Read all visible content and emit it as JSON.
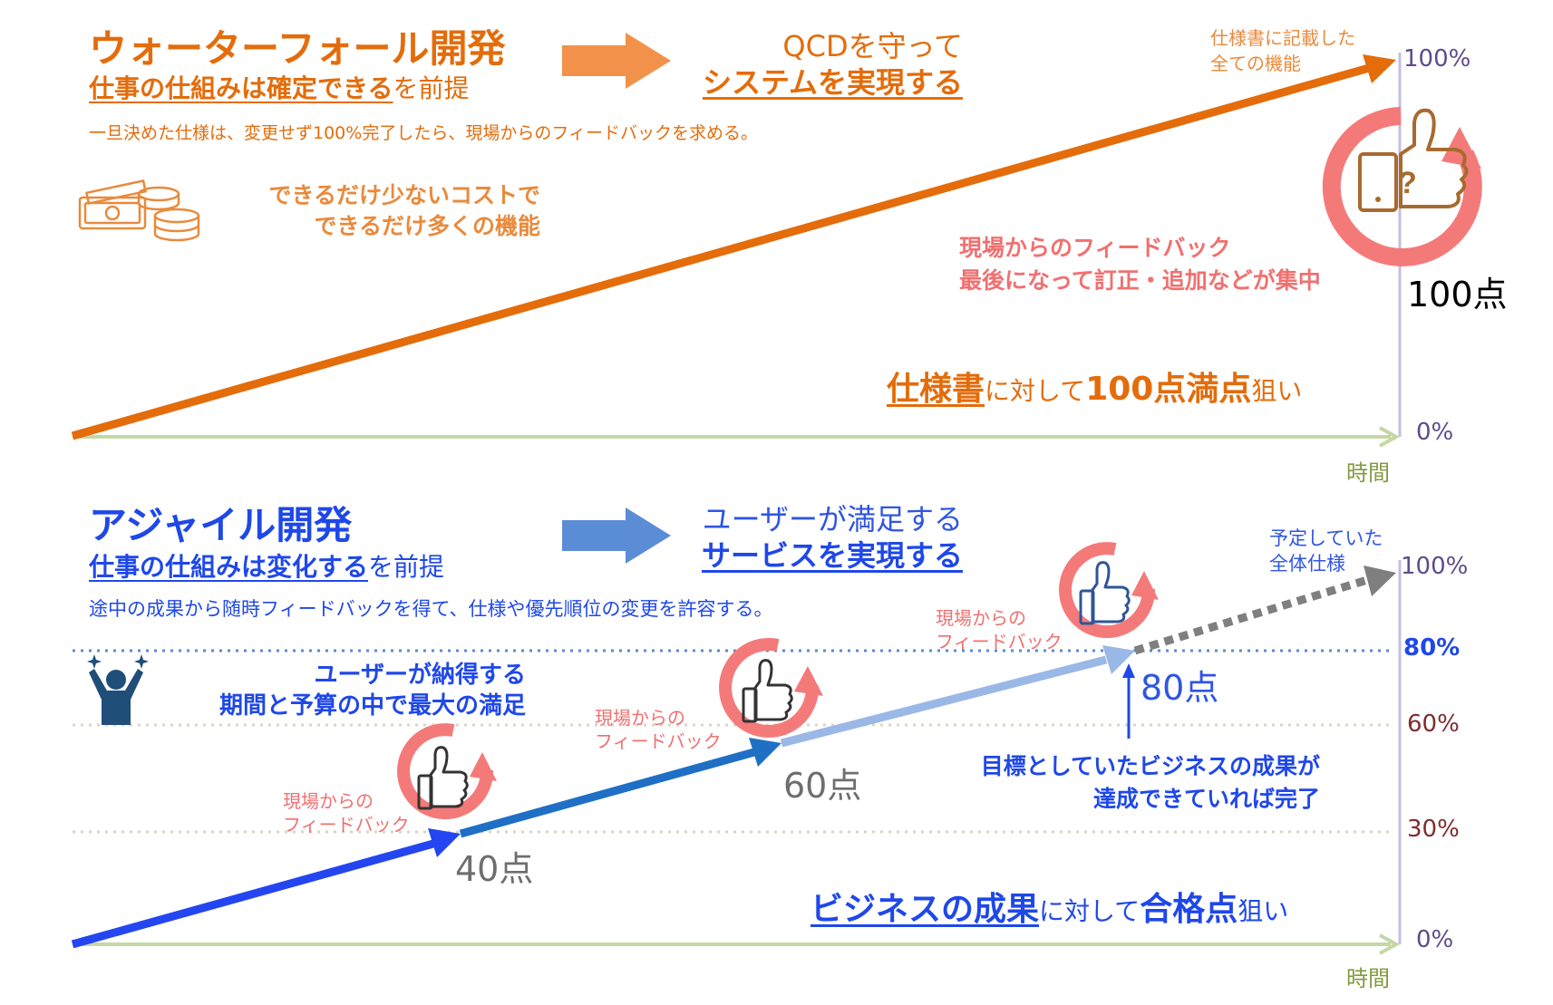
{
  "waterfall": {
    "title": "ウォーターフォール開発",
    "premise_strong": "仕事の仕組みは確定できる",
    "premise_rest": "を前提",
    "goal_line1": "QCDを守って",
    "goal_line2": "システムを実現する",
    "description": "一旦決めた仕様は、変更せず100%完了したら、現場からのフィードバックを求める。",
    "cost_line1": "できるだけ少ないコストで",
    "cost_line2": "できるだけ多くの機能",
    "spec_label_line1": "仕様書に記載した",
    "spec_label_line2": "全ての機能",
    "feedback_line1": "現場からのフィードバック",
    "feedback_line2": "最後になって訂正・追加などが集中",
    "score": "100点",
    "target_strong1": "仕様書",
    "target_mid": "に対して",
    "target_strong2": "100点満点",
    "target_end": "狙い",
    "axis": {
      "top": "100%",
      "bottom": "0%",
      "time": "時間"
    },
    "colors": {
      "line": "#E46C0A",
      "axis": "#C4D7A4",
      "vaxis": "#C7BEDC"
    }
  },
  "agile": {
    "title": "アジャイル開発",
    "premise_strong": "仕事の仕組みは変化する",
    "premise_rest": "を前提",
    "goal_line1": "ユーザーが満足する",
    "goal_line2": "サービスを実現する",
    "description": "途中の成果から随時フィードバックを得て、仕様や優先順位の変更を許容する。",
    "user_line1": "ユーザーが納得する",
    "user_line2": "期間と予算の中で最大の満足",
    "feedback_label_line1": "現場からの",
    "feedback_label_line2": "フィードバック",
    "planned_line1": "予定していた",
    "planned_line2": "全体仕様",
    "score_40": "40点",
    "score_60": "60点",
    "score_80": "80点",
    "goal_note_line1": "目標としていたビジネスの成果が",
    "goal_note_line2": "達成できていれば完了",
    "target_strong1": "ビジネスの成果",
    "target_mid": "に対して",
    "target_strong2": "合格点",
    "target_end": "狙い",
    "axis": {
      "p100": "100%",
      "p80": "80%",
      "p60": "60%",
      "p30": "30%",
      "p0": "0%",
      "time": "時間"
    },
    "colors": {
      "seg1": "#2446F0",
      "seg2": "#1F6FC4",
      "seg3": "#9AB8E6",
      "dashed": "#7F7F7F",
      "dotted80": "#5B8BD0"
    }
  }
}
